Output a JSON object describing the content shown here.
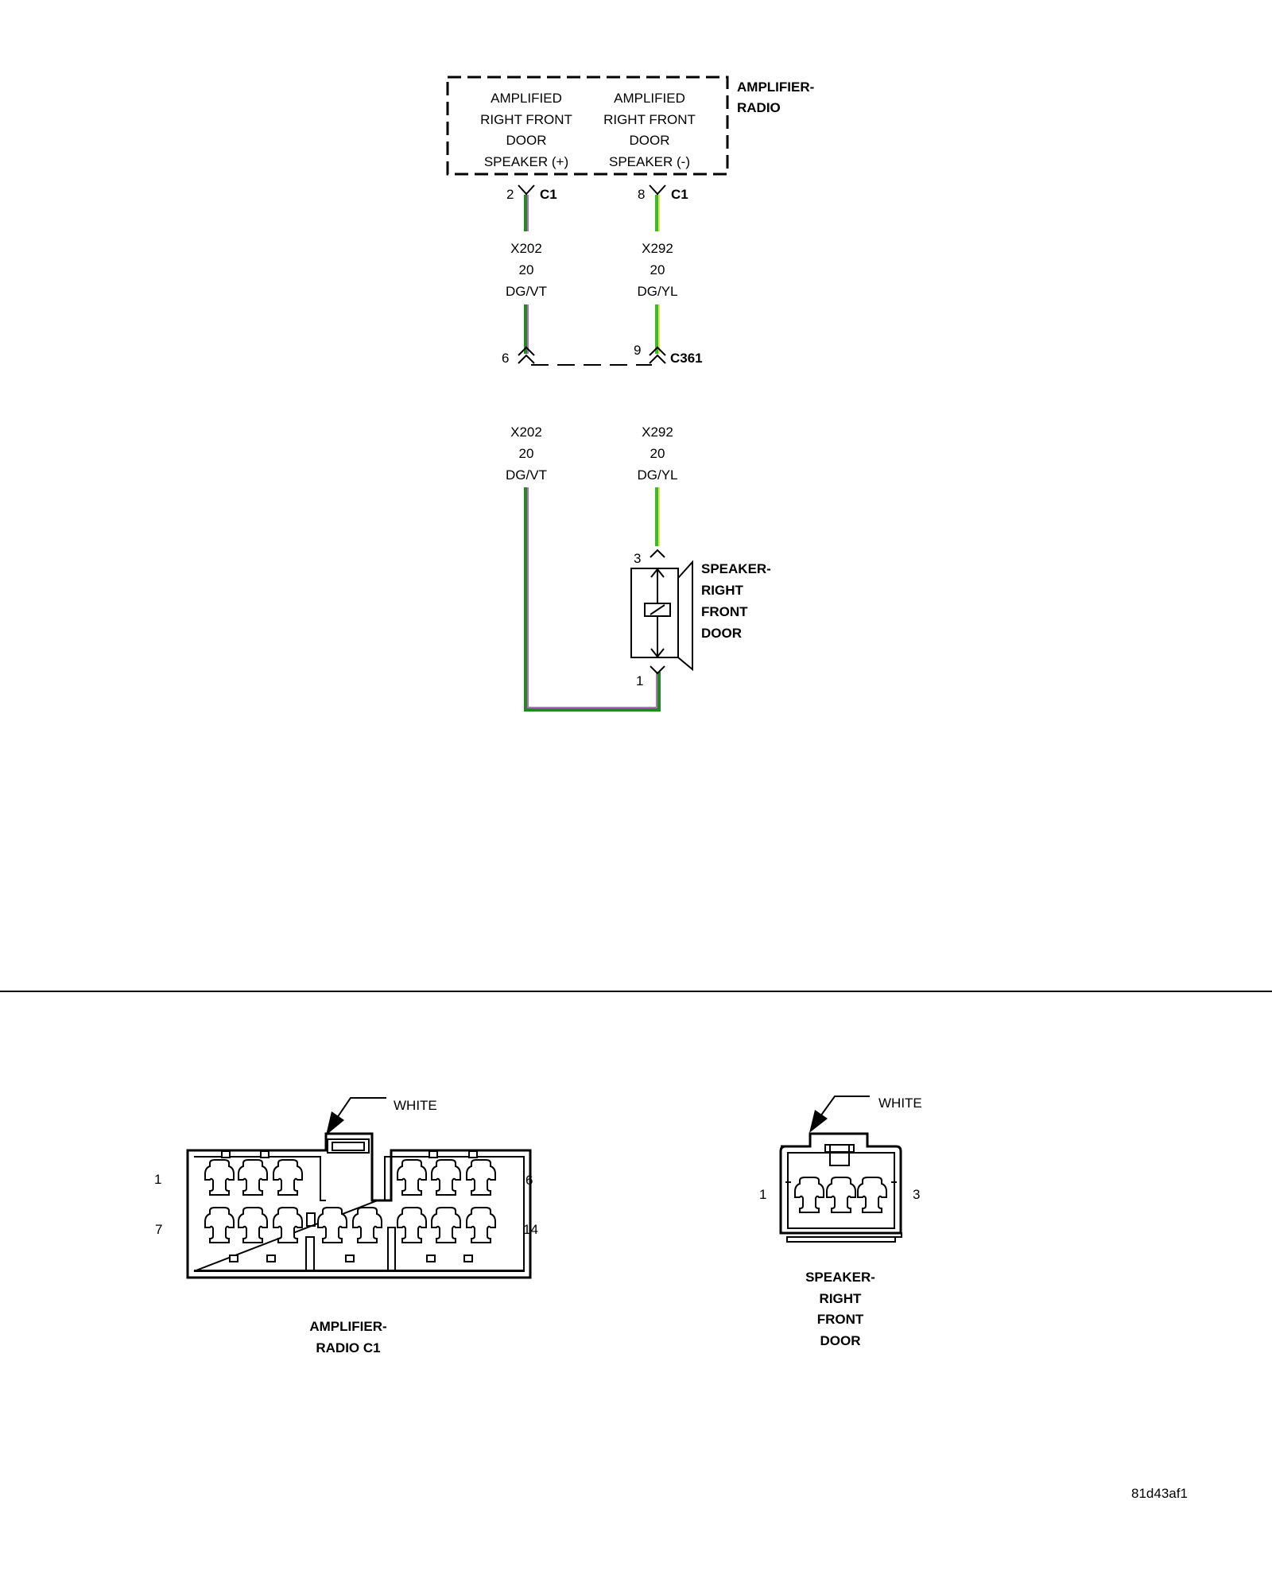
{
  "module": {
    "name_lines": [
      "AMPLIFIER-",
      "RADIO"
    ],
    "pin_left_lines": [
      "AMPLIFIED",
      "RIGHT FRONT",
      "DOOR",
      "SPEAKER (+)"
    ],
    "pin_right_lines": [
      "AMPLIFIED",
      "RIGHT FRONT",
      "DOOR",
      "SPEAKER (-)"
    ]
  },
  "connector_c1": {
    "name": "C1",
    "left_pin": "2",
    "right_pin": "8"
  },
  "wires_upper": {
    "left_lines": [
      "X202",
      "20",
      "DG/VT"
    ],
    "right_lines": [
      "X292",
      "20",
      "DG/YL"
    ]
  },
  "connector_c361": {
    "name": "C361",
    "left_pin": "6",
    "right_pin": "9"
  },
  "wires_lower": {
    "left_lines": [
      "X202",
      "20",
      "DG/VT"
    ],
    "right_lines": [
      "X292",
      "20",
      "DG/YL"
    ]
  },
  "speaker": {
    "name_lines": [
      "SPEAKER-",
      "RIGHT",
      "FRONT",
      "DOOR"
    ],
    "top_pin": "3",
    "bottom_pin": "1"
  },
  "amp_connector_view": {
    "color_label": "WHITE",
    "pin_top_left": "1",
    "pin_top_right": "6",
    "pin_bottom_left": "7",
    "pin_bottom_right": "14",
    "name_lines": [
      "AMPLIFIER-",
      "RADIO C1"
    ]
  },
  "speaker_connector_view": {
    "color_label": "WHITE",
    "pin_left": "1",
    "pin_right": "3",
    "name_lines": [
      "SPEAKER-",
      "RIGHT",
      "FRONT",
      "DOOR"
    ]
  },
  "doc_id": "81d43af1",
  "colors": {
    "wire_dark_green": "#1f8a1f",
    "wire_green": "#3fb62f",
    "tracer_violet": "#b66ac9",
    "tracer_yellow": "#d9e84a"
  },
  "icons": [
    "plug-connector-icon",
    "speaker-icon",
    "arrow-icon"
  ]
}
